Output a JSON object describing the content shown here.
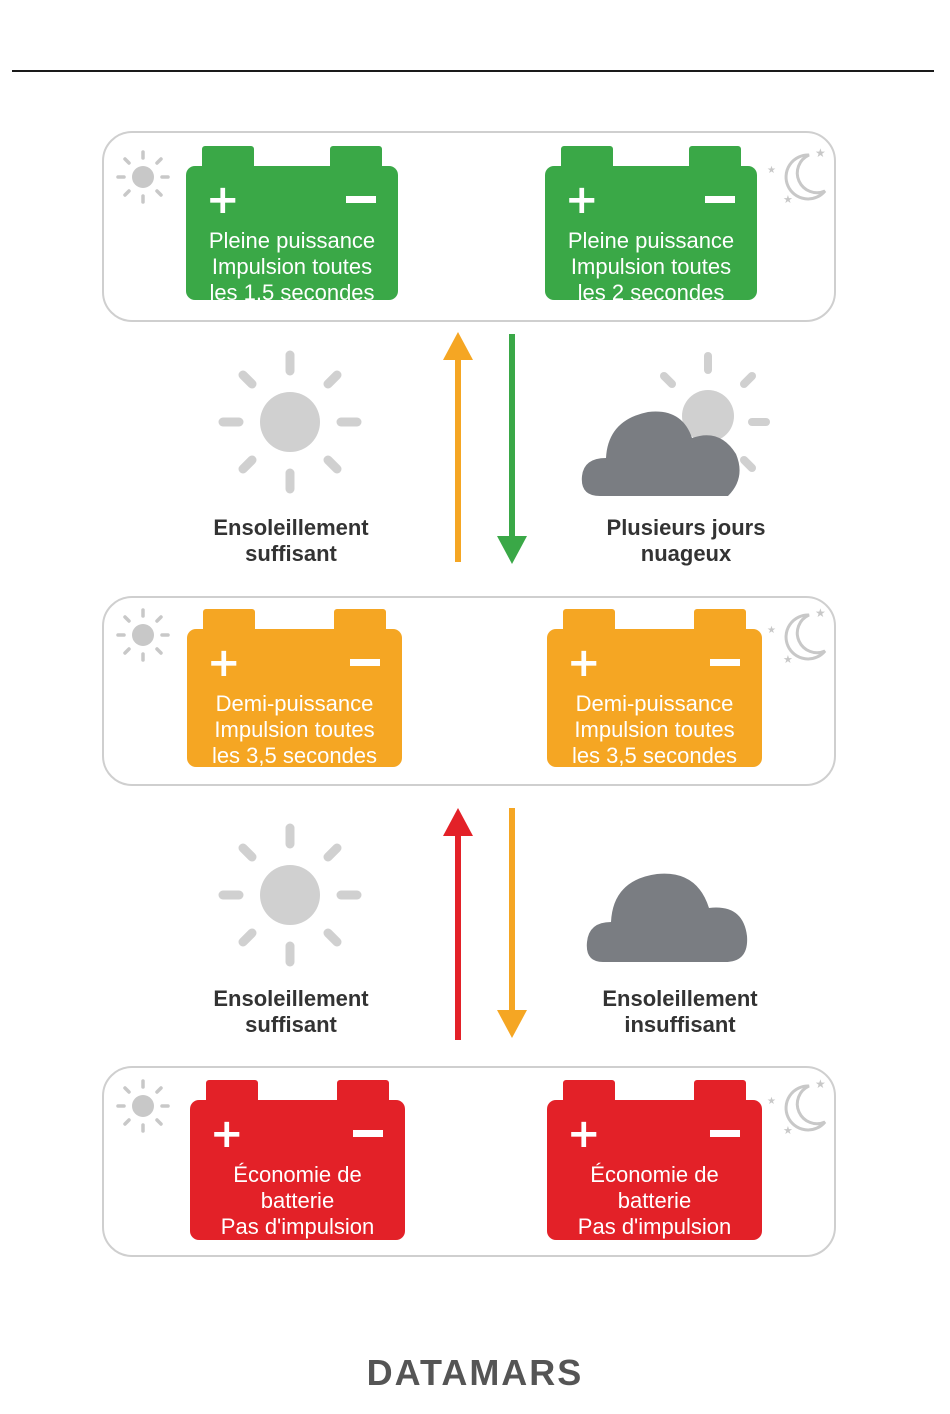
{
  "levels": [
    {
      "left": {
        "line1": "Pleine puissance",
        "line2": "Impulsion toutes",
        "line3": "les 1,5 secondes"
      },
      "right": {
        "line1": "Pleine puissance",
        "line2": "Impulsion toutes",
        "line3": "les 2 secondes"
      },
      "color": "#3aa847"
    },
    {
      "left": {
        "line1": "Demi-puissance",
        "line2": "Impulsion toutes",
        "line3": "les 3,5 secondes"
      },
      "right": {
        "line1": "Demi-puissance",
        "line2": "Impulsion toutes",
        "line3": "les 3,5 secondes"
      },
      "color": "#f5a623"
    },
    {
      "left": {
        "line1": "Économie de",
        "line2": "batterie",
        "line3": "Pas d'impulsion"
      },
      "right": {
        "line1": "Économie de",
        "line2": "batterie",
        "line3": "Pas d'impulsion"
      },
      "color": "#e32128"
    }
  ],
  "transitions": [
    {
      "up_label": {
        "line1": "Ensoleillement",
        "line2": "suffisant"
      },
      "down_label": {
        "line1": "Plusieurs jours",
        "line2": "nuageux"
      },
      "up_color": "#f5a623",
      "down_color": "#3aa847"
    },
    {
      "up_label": {
        "line1": "Ensoleillement",
        "line2": "suffisant"
      },
      "down_label": {
        "line1": "Ensoleillement",
        "line2": "insuffisant"
      },
      "up_color": "#e32128",
      "down_color": "#f5a623"
    }
  ],
  "icons": {
    "day": "sun-icon",
    "night": "moon-stars-icon",
    "sun": "sun-icon",
    "partly_cloudy": "sun-behind-cloud-icon",
    "cloud": "cloud-icon"
  },
  "logo": "DATAMARS"
}
